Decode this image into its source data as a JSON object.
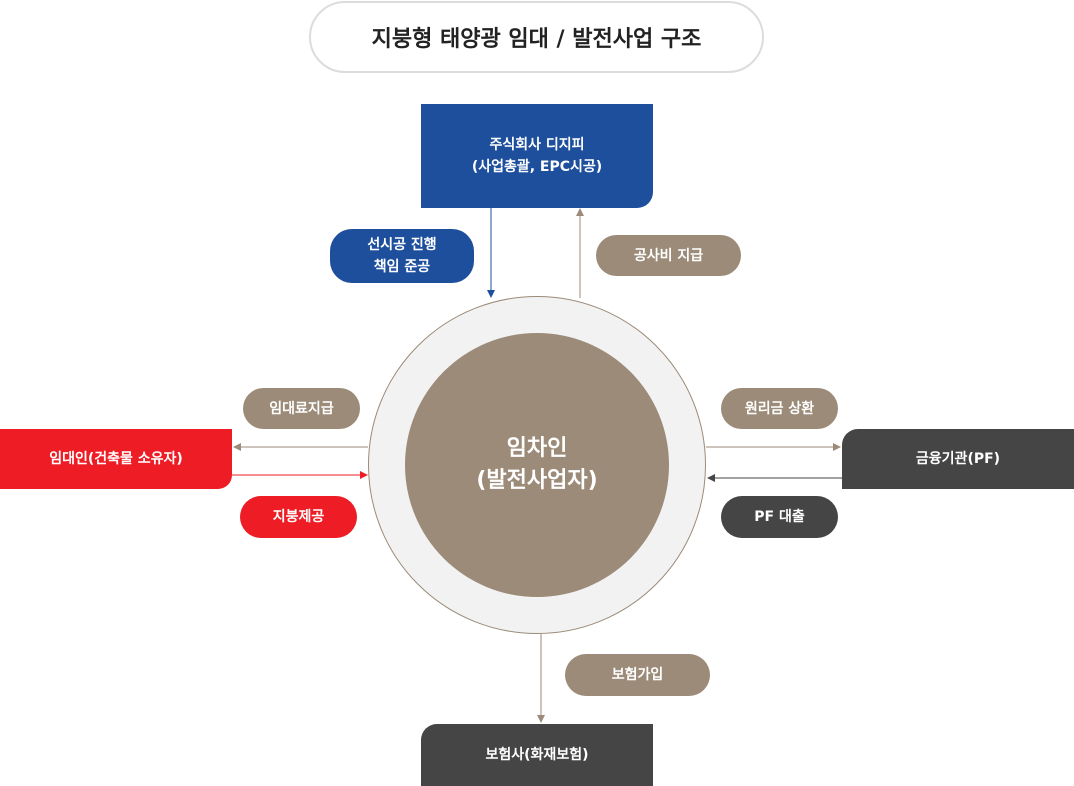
{
  "title": "지붕형 태양광 임대 / 발전사업 구조",
  "center": {
    "line1": "임차인",
    "line2": "(발전사업자)"
  },
  "boxes": {
    "top": {
      "line1": "주식회사 디지피",
      "line2": "(사업총괄, EPC시공)"
    },
    "left": {
      "label": "임대인(건축물 소유자)"
    },
    "right": {
      "label": "금융기관(PF)"
    },
    "bottom": {
      "label": "보험사(화재보험)"
    }
  },
  "pills": {
    "top_left": {
      "line1": "선시공 진행",
      "line2": "책임 준공"
    },
    "top_right": {
      "label": "공사비 지급"
    },
    "left_top": {
      "label": "임대료지급"
    },
    "left_bottom": {
      "label": "지붕제공"
    },
    "right_top": {
      "label": "원리금 상환"
    },
    "right_bottom": {
      "label": "PF 대출"
    },
    "bottom": {
      "label": "보험가입"
    }
  },
  "colors": {
    "blue": "#1d4f9c",
    "red": "#ee1c25",
    "tan": "#9b8b78",
    "dark": "#454545",
    "ring": "#f2f2f2"
  }
}
